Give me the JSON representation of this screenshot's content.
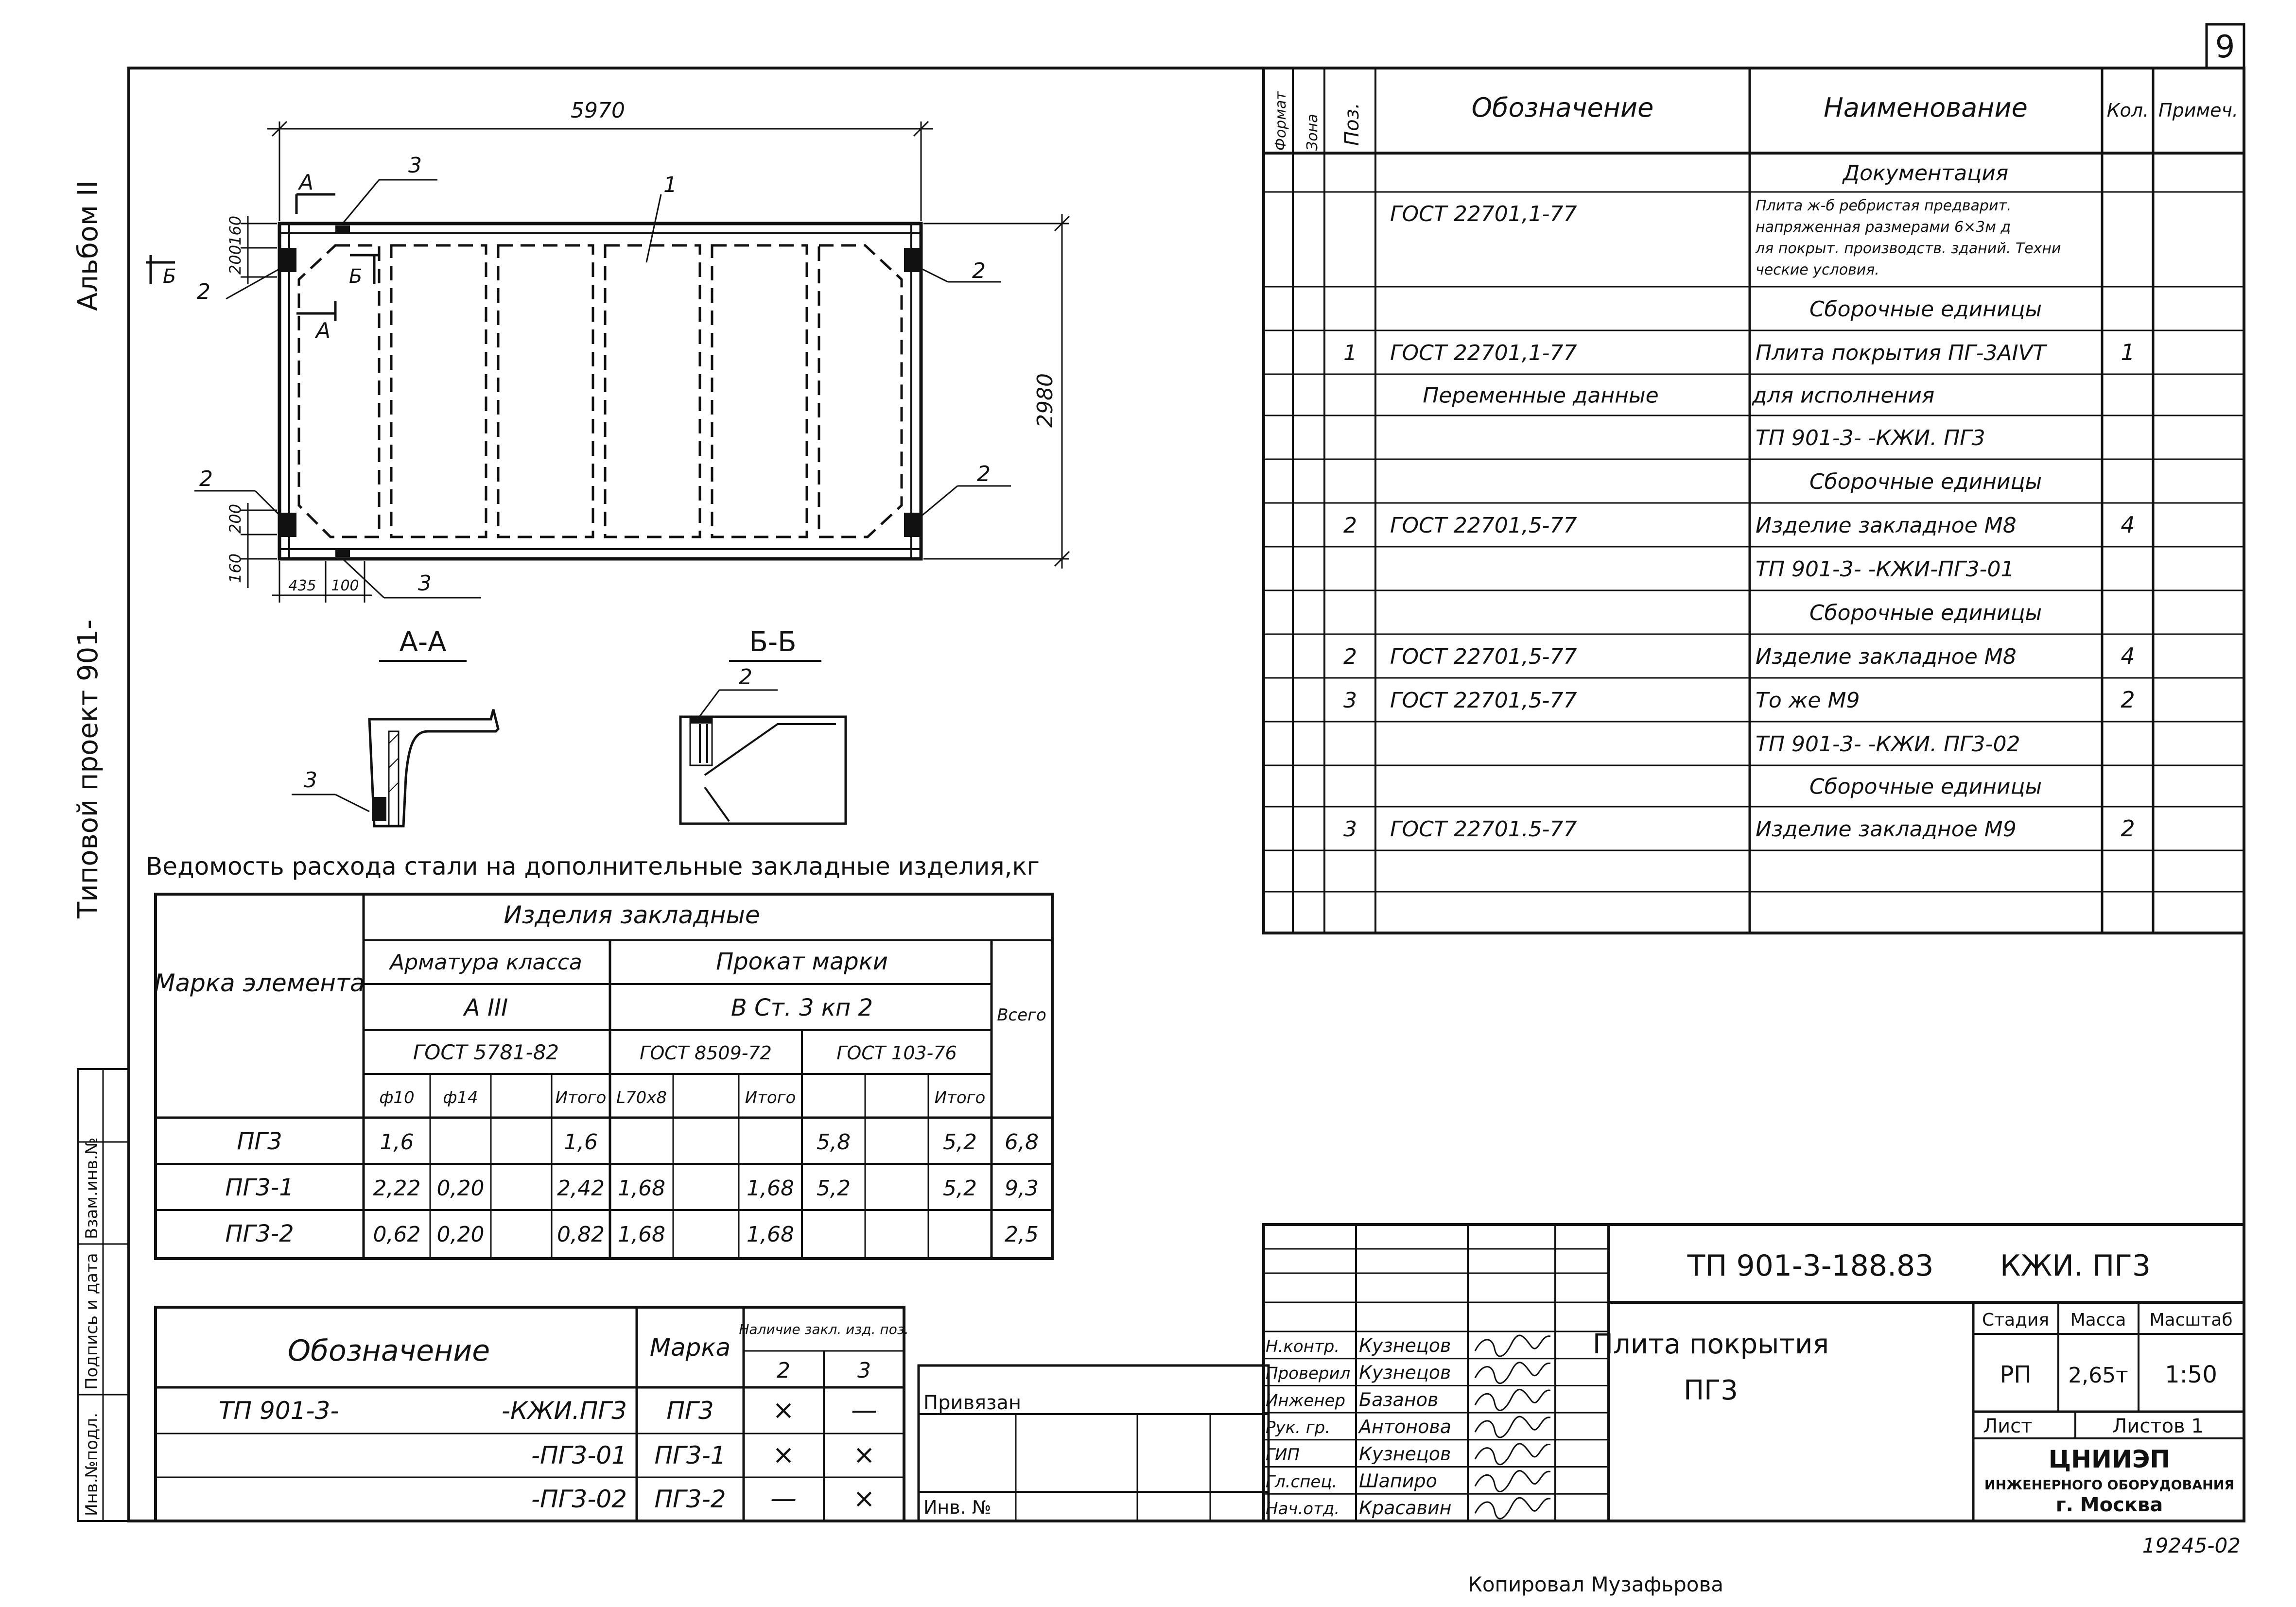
{
  "page_number": "9",
  "side": {
    "album": "Альбом II",
    "project": "Типовой проект 901-",
    "stamp_1": "Инв.№подл.",
    "stamp_2": "Подпись и дата",
    "stamp_3": "Взам.инв.№"
  },
  "plan": {
    "dim_length": "5970",
    "dim_width": "2980",
    "dim_160_top": "160",
    "dim_200_top": "200",
    "dim_200_bot": "200",
    "dim_160_bot": "160",
    "dim_435": "435",
    "dim_100": "100",
    "callout_1": "1",
    "callout_2": "2",
    "callout_3": "3",
    "cut_a": "А",
    "cut_b": "Б"
  },
  "sections": {
    "aa_title": "А-А",
    "bb_title": "Б-Б",
    "aa_callout": "3",
    "bb_callout": "2"
  },
  "steel_table": {
    "caption": "Ведомость расхода стали на дополнительные закладные изделия,кг",
    "h_mark": "Марка элемента",
    "h_items": "Изделия закладные",
    "h_rebar": "Арматура класса",
    "h_rolled": "Прокат марки",
    "h_class": "А III",
    "h_grade": "В Ст. 3 кп 2",
    "h_total": "Всего",
    "h_gost1": "ГОСТ 5781-82",
    "h_gost2": "ГОСТ 8509-72",
    "h_gost3": "ГОСТ 103-76",
    "sub": [
      "ф10",
      "ф14",
      "",
      "Итого",
      "L70x8",
      "",
      "Итого",
      "",
      "",
      "Итого"
    ],
    "rows": [
      [
        "ПГ3",
        "1,6",
        "",
        "",
        "1,6",
        "",
        "",
        "",
        "5,8",
        "",
        "5,2",
        "6,8"
      ],
      [
        "ПГ3-1",
        "2,22",
        "0,20",
        "",
        "2,42",
        "1,68",
        "",
        "1,68",
        "5,2",
        "",
        "5,2",
        "9,3"
      ],
      [
        "ПГ3-2",
        "0,62",
        "0,20",
        "",
        "0,82",
        "1,68",
        "",
        "1,68",
        "",
        "",
        "",
        "2,5"
      ]
    ]
  },
  "marks_table": {
    "h_designation": "Обозначение",
    "h_mark": "Марка",
    "h_presence": "Наличие закл. изд. поз.",
    "h_p2": "2",
    "h_p3": "3",
    "rows": [
      [
        "ТП 901-3-",
        "-КЖИ.ПГ3",
        "ПГ3",
        "×",
        "—"
      ],
      [
        "",
        "-ПГ3-01",
        "ПГ3-1",
        "×",
        "×"
      ],
      [
        "",
        "-ПГ3-02",
        "ПГ3-2",
        "—",
        "×"
      ]
    ]
  },
  "spec": {
    "h_format": "Формат",
    "h_zone": "Зона",
    "h_pos": "Поз.",
    "h_designation": "Обозначение",
    "h_name": "Наименование",
    "h_qty": "Кол.",
    "h_note": "Примеч.",
    "rows": [
      [
        "",
        "",
        "Документация",
        ""
      ],
      [
        "",
        "ГОСТ 22701,1-77",
        "Плита ж-б ребристая предварит. напряженная размерами 6×3м для покрыт. производств. зданий. Технические условия.",
        ""
      ],
      [
        "",
        "",
        "Сборочные единицы",
        ""
      ],
      [
        "1",
        "ГОСТ 22701,1-77",
        "Плита покрытия ПГ-3АIVТ",
        "1"
      ],
      [
        "",
        "Переменные данные",
        "для исполнения",
        ""
      ],
      [
        "",
        "",
        "ТП 901-3- -КЖИ. ПГ3",
        ""
      ],
      [
        "",
        "",
        "Сборочные единицы",
        ""
      ],
      [
        "2",
        "ГОСТ 22701,5-77",
        "Изделие закладное М8",
        "4"
      ],
      [
        "",
        "",
        "ТП 901-3- -КЖИ-ПГ3-01",
        ""
      ],
      [
        "",
        "",
        "Сборочные единицы",
        ""
      ],
      [
        "2",
        "ГОСТ 22701,5-77",
        "Изделие закладное М8",
        "4"
      ],
      [
        "3",
        "ГОСТ 22701,5-77",
        "То же М9",
        "2"
      ],
      [
        "",
        "",
        "ТП 901-3- -КЖИ. ПГ3-02",
        ""
      ],
      [
        "",
        "",
        "Сборочные единицы",
        ""
      ],
      [
        "3",
        "ГОСТ 22701.5-77",
        "Изделие закладное М9",
        "2"
      ],
      [
        "",
        "",
        "",
        ""
      ],
      [
        "",
        "",
        "",
        ""
      ]
    ]
  },
  "title_block": {
    "doc_code": "ТП 901-3-188.83",
    "doc_suffix": "КЖИ. ПГ3",
    "title_1": "Плита покрытия",
    "title_2": "ПГ3",
    "h_stage": "Стадия",
    "h_mass": "Масса",
    "h_scale": "Масштаб",
    "stage": "РП",
    "mass": "2,65т",
    "scale": "1:50",
    "sheet": "Лист",
    "sheets": "Листов 1",
    "org_1": "ЦНИИЭП",
    "org_2": "ИНЖЕНЕРНОГО ОБОРУДОВАНИЯ",
    "org_3": "г. Москва",
    "bound": "Привязан",
    "inv": "Инв. №",
    "people": [
      [
        "Н.контр.",
        "Кузнецов"
      ],
      [
        "Проверил",
        "Кузнецов"
      ],
      [
        "Инженер",
        "Базанов"
      ],
      [
        "Рук. гр.",
        "Антонова"
      ],
      [
        "ГИП",
        "Кузнецов"
      ],
      [
        "Гл.спец.",
        "Шапиро"
      ],
      [
        "Нач.отд.",
        "Красавин"
      ]
    ]
  },
  "footer": {
    "doc_number": "19245-02",
    "copied": "Копировал Музафьрова"
  }
}
